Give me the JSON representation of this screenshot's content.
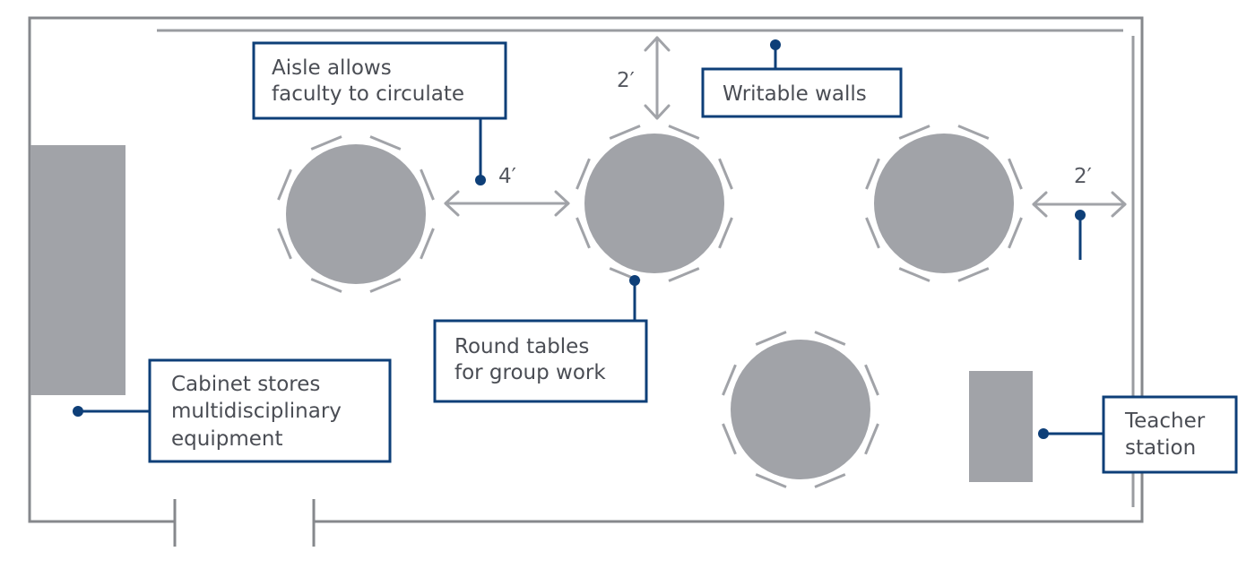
{
  "callouts": {
    "aisle": {
      "lines": [
        "Aisle allows",
        "faculty to circulate"
      ]
    },
    "writable_walls": {
      "lines": [
        "Writable walls"
      ]
    },
    "round_tables": {
      "lines": [
        "Round tables",
        "for group work"
      ]
    },
    "cabinet": {
      "lines": [
        "Cabinet stores",
        "multidisciplinary",
        "equipment"
      ]
    },
    "teacher_station": {
      "lines": [
        "Teacher",
        "station"
      ]
    }
  },
  "dimensions": {
    "aisle_width": "4′",
    "top_clearance": "2′",
    "right_clearance": "2′"
  },
  "colors": {
    "accent": "#0e3f78",
    "furniture": "#a1a3a8",
    "wall": "#86888c"
  }
}
